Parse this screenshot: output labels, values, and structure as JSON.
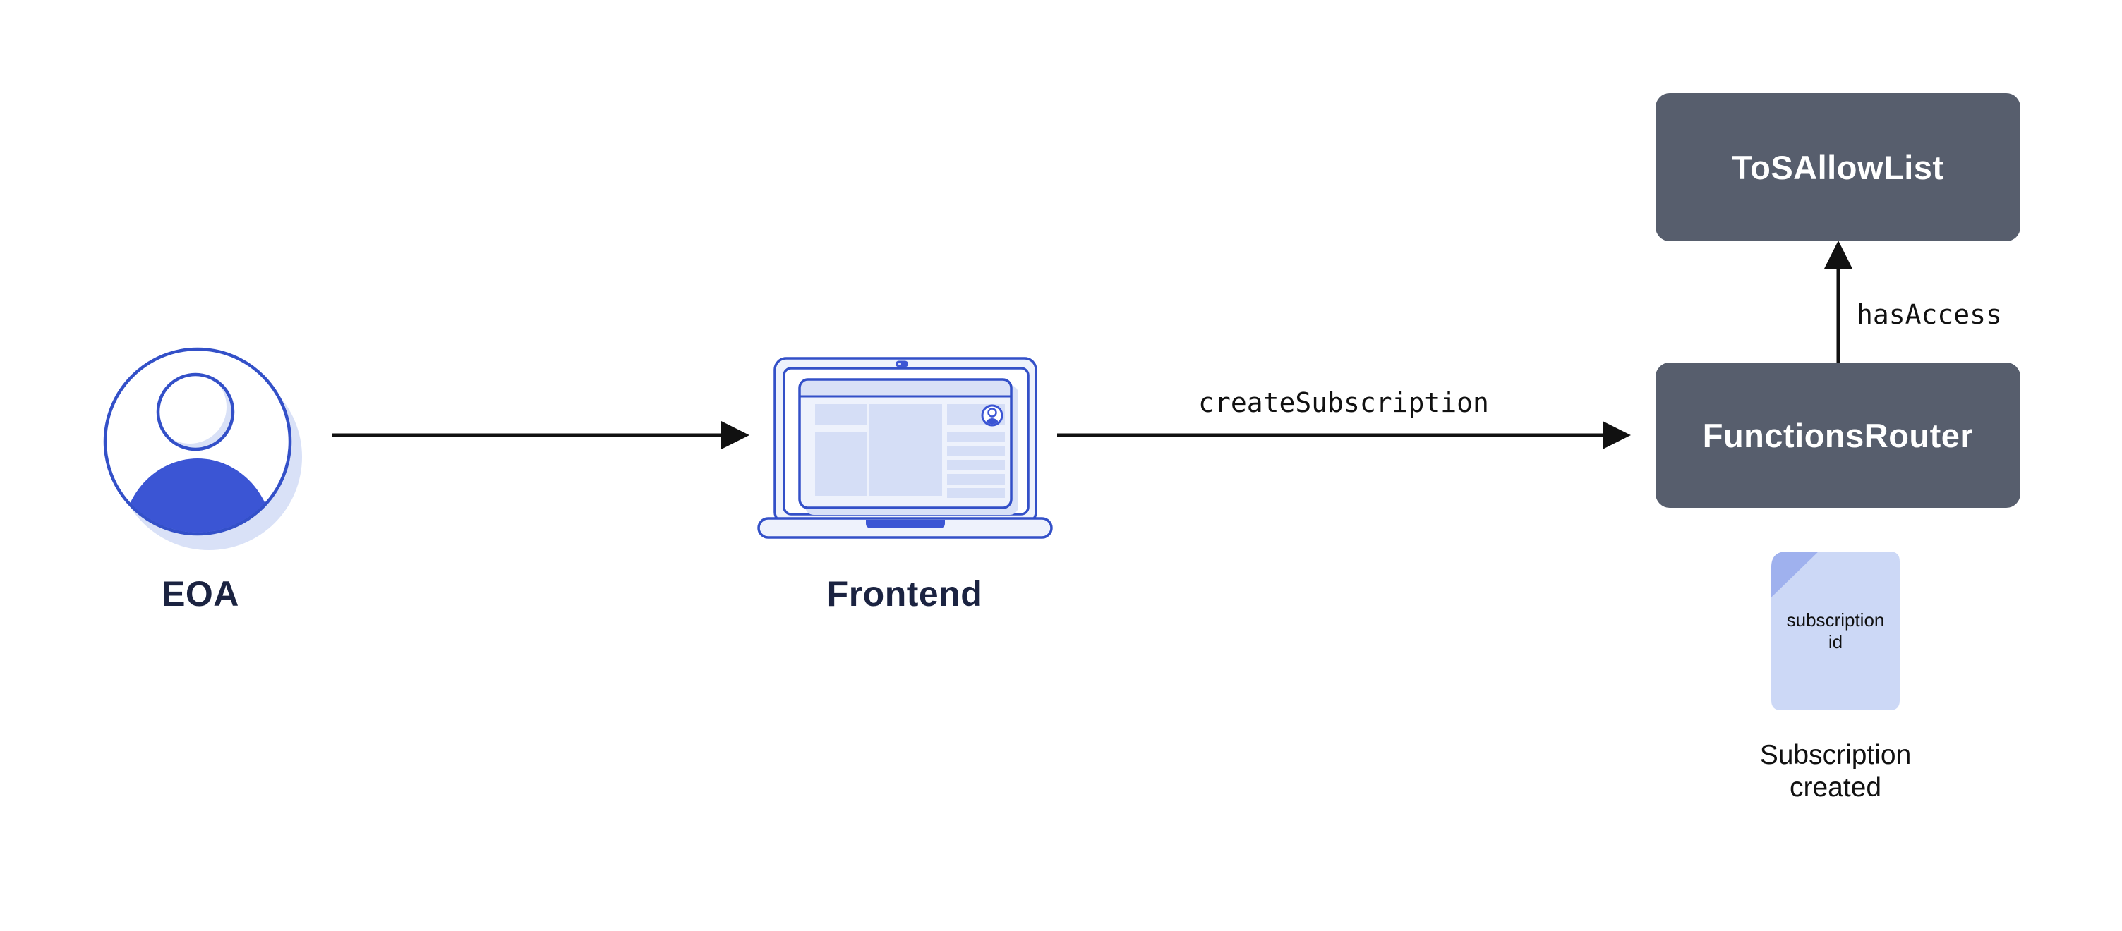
{
  "diagram": {
    "nodes": {
      "eoa": {
        "label": "EOA"
      },
      "frontend": {
        "label": "Frontend"
      },
      "functions_router": {
        "label": "FunctionsRouter"
      },
      "tos_allow_list": {
        "label": "ToSAllowList"
      },
      "subscription_doc": {
        "line1": "subscription",
        "line2": "id"
      },
      "subscription_created": {
        "line1": "Subscription",
        "line2": "created"
      }
    },
    "edges": {
      "eoa_to_frontend": {
        "label": ""
      },
      "frontend_to_router": {
        "label": "createSubscription"
      },
      "router_to_tos": {
        "label": "hasAccess"
      }
    },
    "colors": {
      "accent_blue": "#3b55d4",
      "outline_blue": "#3350c8",
      "light_periwinkle": "#d5def6",
      "pale_blue": "#eef2fc",
      "shadow_blue": "#d9e1f7",
      "doc_fill": "#ccd8f6",
      "doc_fold": "#9fb1ee",
      "slate_box": "#575e6d",
      "navy_text": "#1b2341",
      "ink": "#111111"
    }
  }
}
